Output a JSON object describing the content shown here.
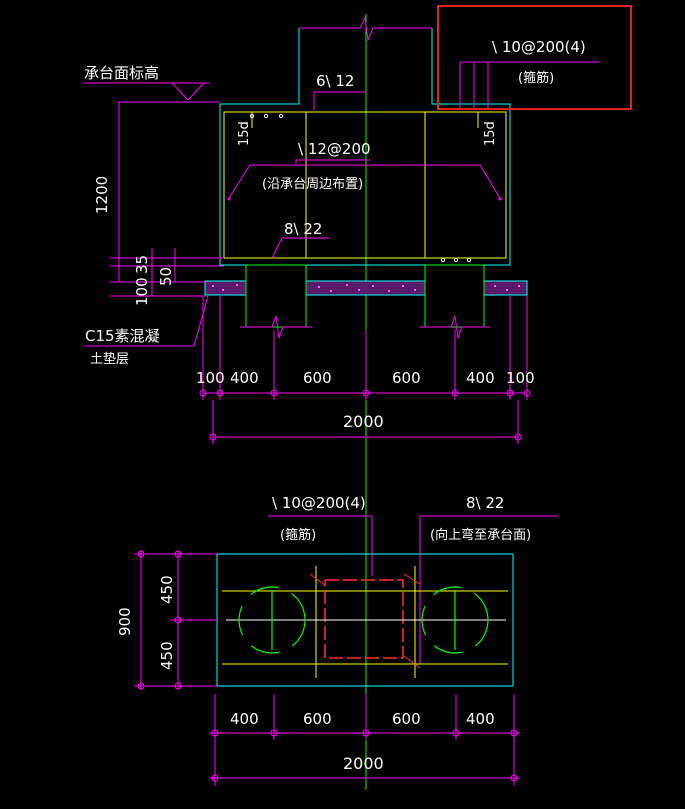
{
  "colors": {
    "background": "#000000",
    "column_outline": "#00ffff",
    "cap_outline": "#ffff00",
    "pile": "#00ff00",
    "centerline": "#00ff00",
    "dimension_lines": "#ff00ff",
    "leaders": "#ff00ff",
    "cushion_fill": "#ff00ff",
    "stirrup": "#ff0000",
    "highlight_box": "#e52020",
    "text": "#ffffff"
  },
  "elevation": {
    "cap_top_label": "承台面标高",
    "top_stirrup": {
      "spec": "\\ 10@200(4)",
      "note": "(箍筋)"
    },
    "column_bars": "6\\ 12",
    "anchor_left": "15d",
    "anchor_right": "15d",
    "side_bars": {
      "spec": "\\ 12@200",
      "note": "(沿承台周边布置)"
    },
    "bottom_bars": "8\\ 22",
    "cushion": {
      "line1": "C15素混凝",
      "line2": "土垫层"
    },
    "vertical_dims": {
      "height": "1200",
      "cover_35": "35",
      "cover_50": "50",
      "cushion_100": "100"
    },
    "horizontal_dims": [
      "100",
      "400",
      "600",
      "600",
      "400",
      "100"
    ],
    "total": "2000"
  },
  "plan": {
    "stirrup": {
      "spec": "\\ 10@200(4)",
      "note": "(箍筋)"
    },
    "bars": {
      "spec": "8\\ 22",
      "note": "(向上弯至承台面)"
    },
    "vertical_dims": {
      "total": "900",
      "upper": "450",
      "lower": "450"
    },
    "horizontal_dims": [
      "400",
      "600",
      "600",
      "400"
    ],
    "total": "2000"
  }
}
